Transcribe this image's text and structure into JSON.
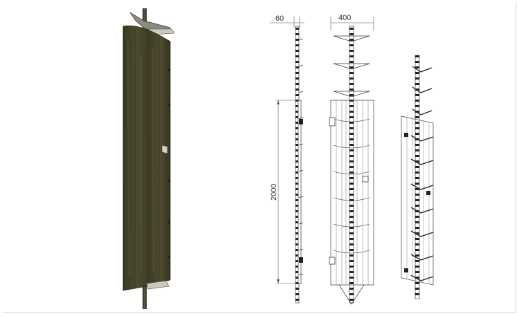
{
  "dimensions": {
    "thickness": "60",
    "width": "400",
    "height": "2000"
  },
  "colors": {
    "panel_dark": "#3b3a24",
    "panel_mid": "#4a482d",
    "panel_light": "#5a5736",
    "pole": "#4b4a3a",
    "line": "#222222",
    "dimension": "#333333"
  }
}
